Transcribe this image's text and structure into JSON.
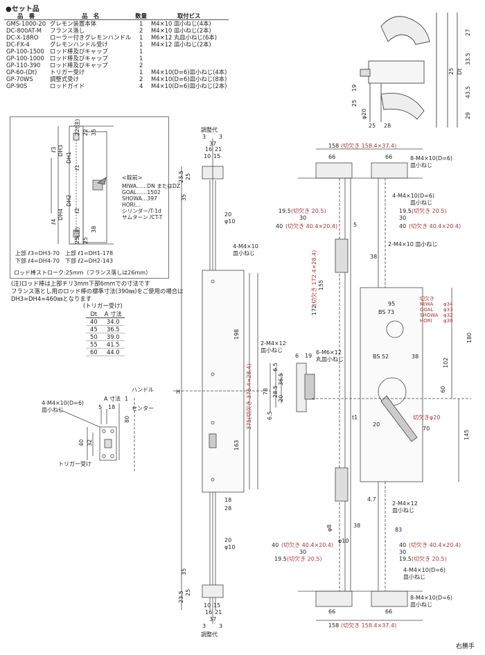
{
  "heading": "●セット品",
  "parts_table": {
    "headers": [
      "品　番",
      "品　名",
      "数量",
      "取付ビス"
    ],
    "rows": [
      [
        "GMS-1000-20",
        "グレモン装置本体",
        "1",
        "M4×10 皿小ねじ(4本)"
      ],
      [
        "DC-800AT-M",
        "フランス落し",
        "2",
        "M4×10 皿小ねじ(2本)"
      ],
      [
        "DC-X-18RO",
        "ローラー付きグレモンハンドル",
        "1",
        "M6×12 丸皿小ねじ(6本)"
      ],
      [
        "DC-FX-4",
        "グレモンハンドル受け",
        "1",
        "M4×12 皿小ねじ(2本)"
      ],
      [
        "GP-100-1500",
        "ロッド棒及びキャップ",
        "1",
        ""
      ],
      [
        "GP-100-1000",
        "ロッド棒及びキャップ",
        "1",
        ""
      ],
      [
        "GP-110-390",
        "ロッド棒及びキャップ",
        "2",
        ""
      ],
      [
        "GP-60-(Dt)",
        "トリガー受け",
        "1",
        "M4×10(D=6)皿小ねじ(4本)"
      ],
      [
        "GP-70WS",
        "調整式受け",
        "2",
        "M4×10(D=6)皿小ねじ(8本)"
      ],
      [
        "GP-90S",
        "ロッドガイド",
        "4",
        "M4×10(D=6)皿小ねじ(2本)"
      ]
    ]
  },
  "inset": {
    "dims_top": [
      "22(注)",
      "22",
      "35"
    ],
    "dims_bottom": [
      "25(注)",
      "25",
      "38"
    ],
    "labels": [
      "DH3",
      "DH1",
      "ℓ3",
      "ℓ1",
      "DH2",
      "DH4",
      "ℓ2",
      "ℓ4"
    ],
    "cylinder_title": "<錠前>",
    "cylinder_lines": [
      "MIWA……DN またはDZ",
      "GOAL……1502",
      "SHOWA…397",
      "HORI…",
      "シリンダー/T-1d",
      "サムターン /CT-T"
    ],
    "formula_lines": [
      "上部 ℓ3=DH3-70　上部 ℓ1=DH1-178",
      "下部 ℓ4=DH4-70　下部 ℓ2=DH2-143"
    ],
    "stroke": "ロッド棒ストローク:25mm（フランス落しは26mm）"
  },
  "notes": [
    "(注)ロッド棒は上部チリ3mm下部6mmでの寸法です",
    "フランス落とし用のロッド棒の標準寸法(390㎜)をご使用の場合は",
    "DH3=DH4=460㎜となります"
  ],
  "trigger_table": {
    "title": "(トリガー受け)",
    "headers": [
      "Dt",
      "A 寸法"
    ],
    "rows": [
      [
        "40",
        "34.0"
      ],
      [
        "45",
        "36.5"
      ],
      [
        "50",
        "39.0"
      ],
      [
        "55",
        "41.5"
      ],
      [
        "60",
        "44.0"
      ]
    ]
  },
  "trigger_detail": {
    "screw": "4-M4×10(D=6)",
    "screw2": "皿小ねじ",
    "a_dim": "A 寸法",
    "dims": [
      "1",
      "5",
      "18",
      "40",
      "32",
      "80"
    ],
    "label": "トリガー受け"
  },
  "handle_center": [
    "ハンドル",
    "センター"
  ],
  "rod": {
    "adjust": "調整代",
    "dims_top": [
      "3",
      "3",
      "37",
      "16",
      "21",
      "10",
      "15"
    ],
    "left_dims": [
      "23.5",
      "25",
      "35",
      "35",
      "25",
      "23.5"
    ],
    "dia": "φ10",
    "dims_mid": [
      "20",
      "198",
      "163",
      "18",
      "28",
      "20"
    ],
    "screw": "4-M4×10",
    "screw2": "皿小ねじ",
    "cut": "375(切欠き 375.4×28.4)",
    "h": "H"
  },
  "strike": {
    "screw": "2-M4×12",
    "screw2": "皿小ねじ",
    "dims": [
      "6",
      "19",
      "6.5",
      "36.5",
      "78",
      "28.5",
      "20",
      "6.5"
    ]
  },
  "handle_view": {
    "dims_right": [
      "27",
      "33.5",
      "25",
      "Dt",
      "43.5",
      "29"
    ],
    "dims_left": [
      "19",
      "25"
    ],
    "dia": "φ20",
    "bottom": [
      "25",
      "28"
    ]
  },
  "body": {
    "top_width": "158",
    "top_cut": "(切欠き 158.4×37.4)",
    "top_66a": "66",
    "top_66b": "66",
    "screw8": "8-M4×10(D=6)",
    "screw8b": "皿小ねじ",
    "screw4": "4-M4×10(D=6)",
    "screw4b": "皿小ねじ",
    "d195": "19.5",
    "cut205": "(切欠き 20.5)",
    "d30": "30",
    "d40": "40",
    "cut404": "(切欠き 40.4×20.4)",
    "d5": "5",
    "screw2": "2-M4×10 皿小ねじ",
    "d38": "38",
    "d155": "155",
    "d172": "172",
    "cut172": "(切欠き 172.4×28.4)",
    "d95": "95",
    "bs73": "BS 73",
    "cut_list": [
      "切欠き",
      "MIWA",
      "GOAL",
      "SHOWA",
      "HORI"
    ],
    "cut_vals": [
      "φ34",
      "φ33",
      "φ32",
      "φ30"
    ],
    "d180": "180",
    "d102": "102",
    "m6": "6-M6×12",
    "m6b": "丸皿小ねじ",
    "bs52": "BS 52",
    "d60": "60",
    "cut20": "切欠きφ20",
    "d20": "20",
    "d70": "70",
    "t1": "t1",
    "d145": "145",
    "d47": "4.7",
    "screw2b": "2-M4×12",
    "screw2bb": "皿小ねじ",
    "d8": "φ8",
    "d83": "83",
    "d10": "φ10",
    "right_hand": "右勝手"
  }
}
